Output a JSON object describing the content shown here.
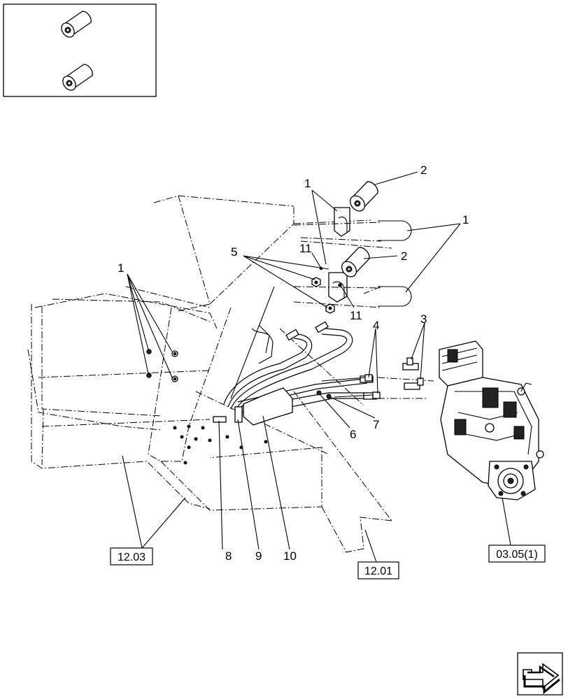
{
  "callouts": {
    "c1_top": "1",
    "c2_top": "2",
    "c1_right": "1",
    "c11_top": "11",
    "c5": "5",
    "c2_mid": "2",
    "c1_left": "1",
    "c11_bottom": "11",
    "c4": "4",
    "c3": "3",
    "c6": "6",
    "c7": "7",
    "c8": "8",
    "c9": "9",
    "c10": "10"
  },
  "references": {
    "ref_1203": "12.03",
    "ref_1201": "12.01",
    "ref_0305": "03.05(1)"
  },
  "icons": {
    "inset": "roller-inset-icon",
    "nav": "next-page-arrow-icon"
  }
}
